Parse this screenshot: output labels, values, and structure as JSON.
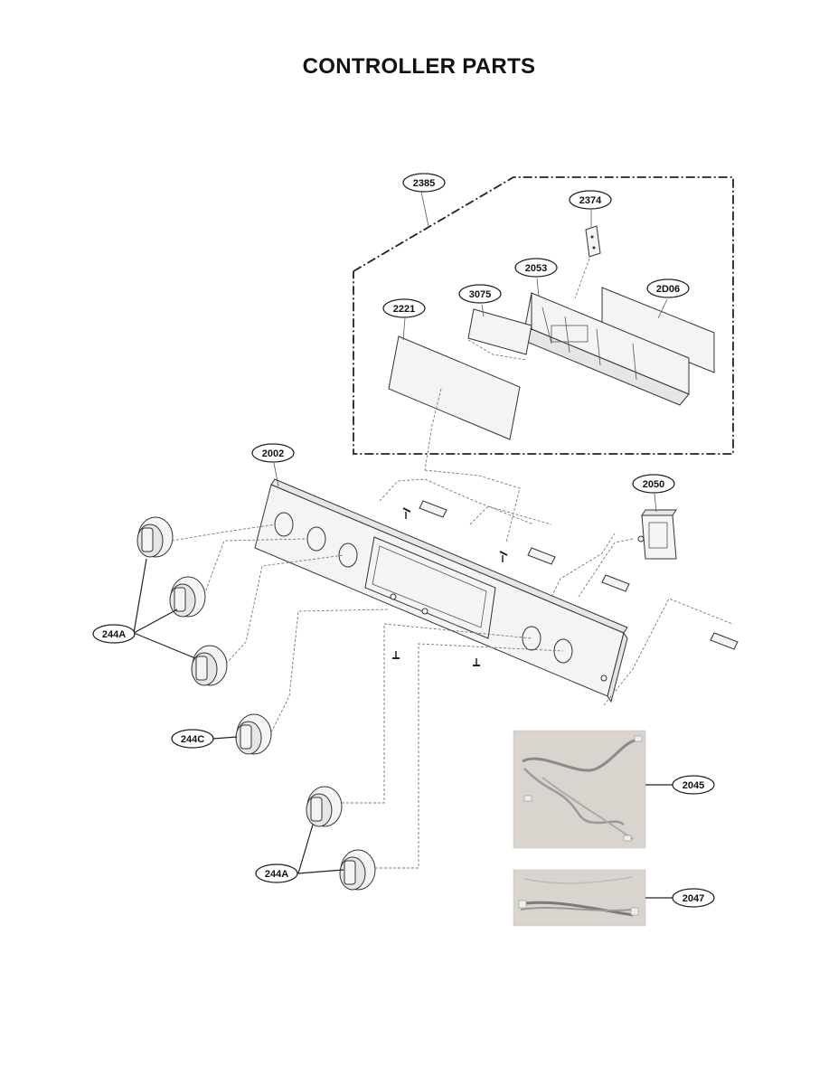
{
  "title": "CONTROLLER PARTS",
  "labels": {
    "l2385": "2385",
    "l2374": "2374",
    "l2053": "2053",
    "l3075": "3075",
    "l2006": "2D06",
    "l2221": "2221",
    "l2002": "2002",
    "l2050": "2050",
    "l244a_top": "244A",
    "l244c": "244C",
    "l244a_bottom": "244A",
    "l2045": "2045",
    "l2047": "2047"
  }
}
